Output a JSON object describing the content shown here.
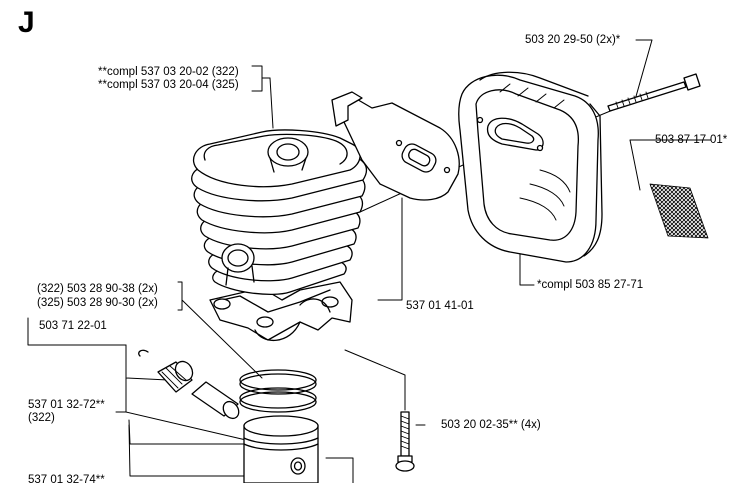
{
  "section": "J",
  "labels": {
    "cylinder_322": "**compl 537 03 20-02 (322)",
    "cylinder_325": "**compl 537 03 20-04 (325)",
    "muffler_bolt": "503 20 29-50 (2x)*",
    "spark_screen": "503 87 17-01*",
    "muffler_compl": "*compl 503 85 27-71",
    "gasket": "537 01 41-01",
    "ring_322": "(322) 503 28 90-38 (2x)",
    "ring_325": "(325) 503 28 90-30 (2x)",
    "bearing": "503 71 22-01",
    "piston_322": "537 01 32-72**",
    "piston_322_model": "(322)",
    "cyl_screw": "503 20 02-35** (4x)",
    "piston_325": "537 01 32-74**"
  },
  "colors": {
    "ink": "#000000",
    "paper": "#ffffff"
  }
}
